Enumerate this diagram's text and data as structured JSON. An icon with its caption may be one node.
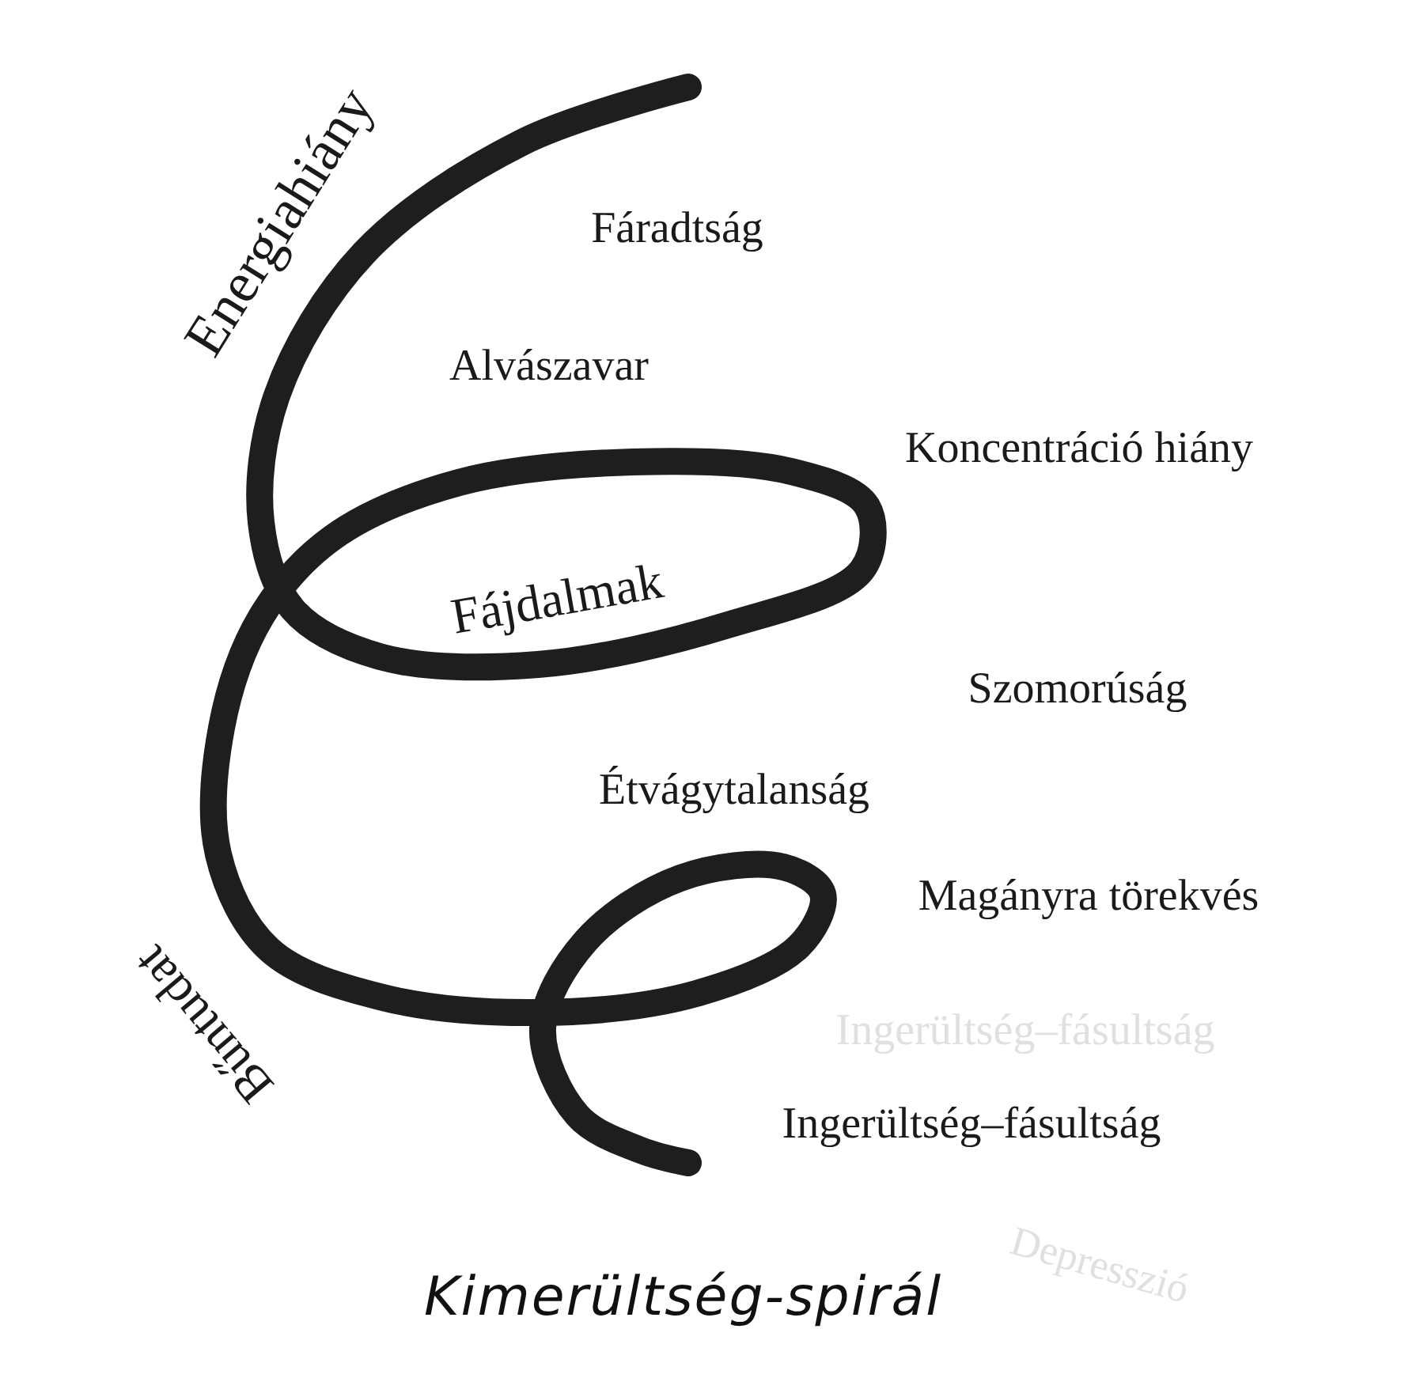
{
  "diagram": {
    "title": "Kimerültség-spirál",
    "labels": [
      "Energiahiány",
      "Fáradtság",
      "Alvászavar",
      "Koncentráció hiány",
      "Fájdalmak",
      "Szomorúság",
      "Étvágytalanság",
      "Magányra törekvés",
      "Ingerültség–fásultság",
      "Bűntudat",
      "Ingerültség–fásultság",
      "Depresszió"
    ]
  }
}
